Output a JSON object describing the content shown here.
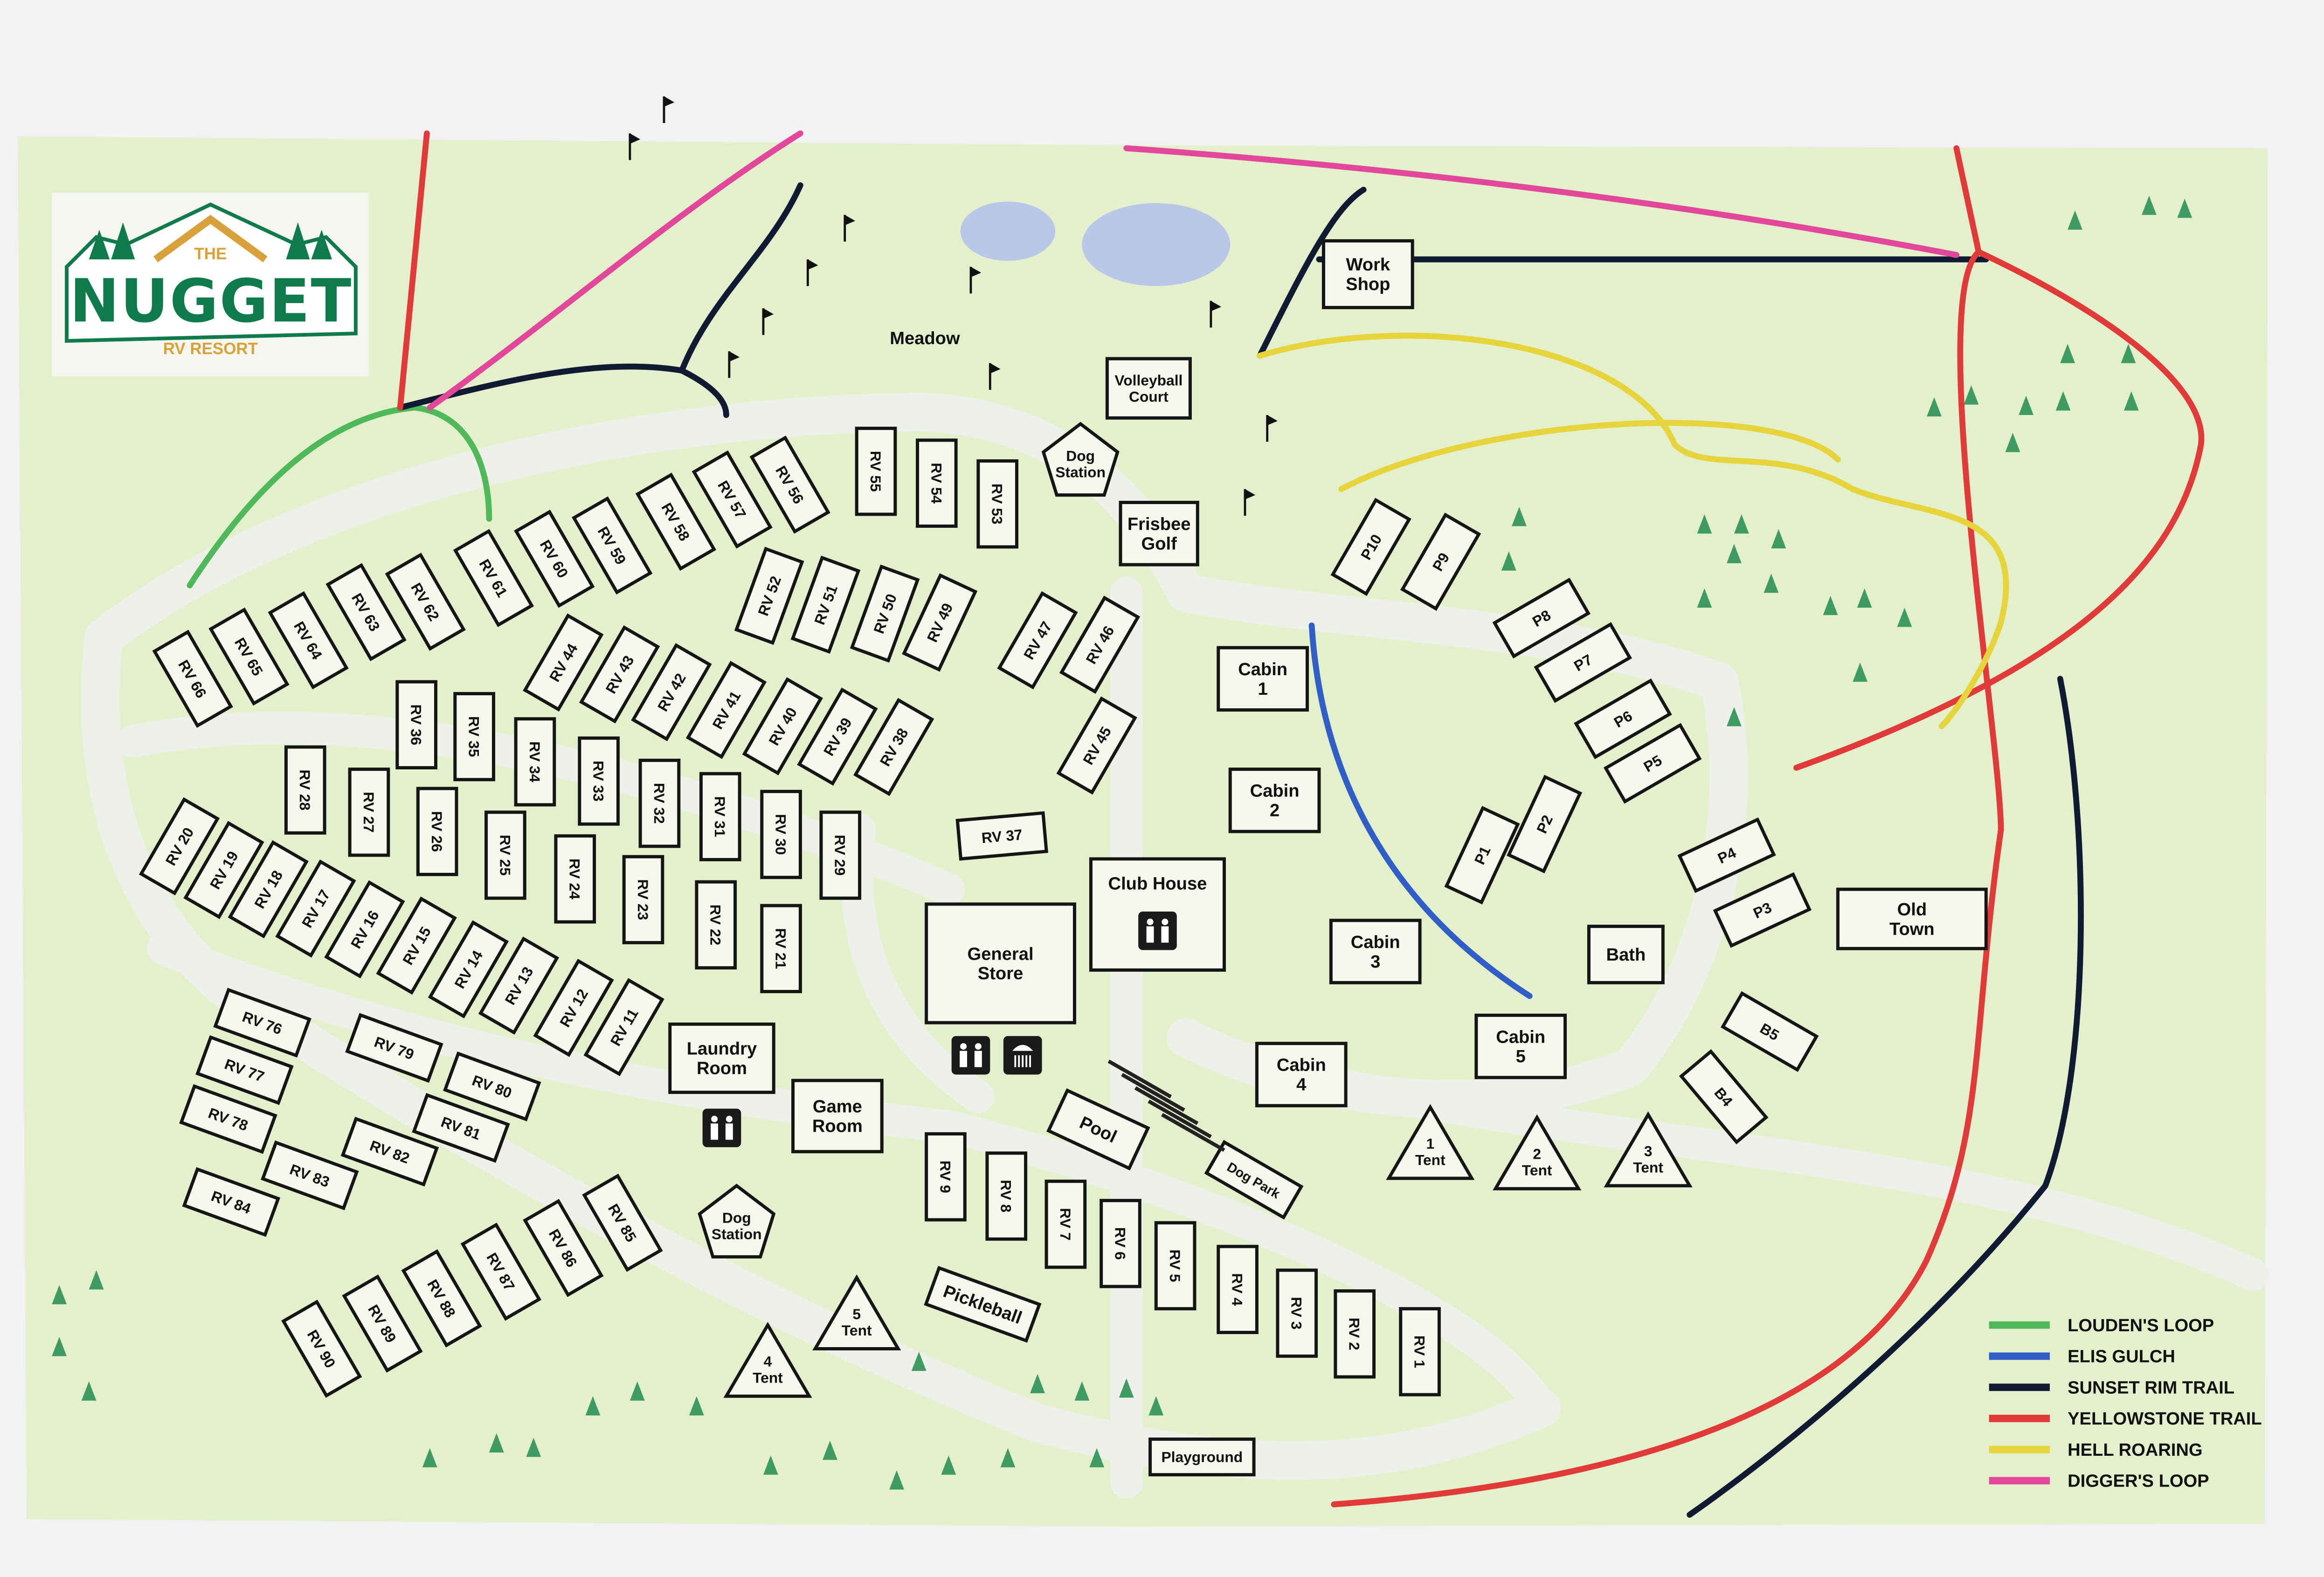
{
  "logo": {
    "top": "THE",
    "name": "NUGGET",
    "sub": "RV RESORT",
    "colors": {
      "green": "#0f7a4c",
      "gold": "#d9a13a"
    }
  },
  "colors": {
    "paper": "#e4efcc",
    "road": "#eef0ea",
    "page": "#f3f1f4",
    "pond": "#b9c8e8",
    "tree": "#3f9a63"
  },
  "places": {
    "meadow": "Meadow",
    "work_shop": [
      "Work",
      "Shop"
    ],
    "volleyball": [
      "Volleyball",
      "Court"
    ],
    "dog_station": [
      "Dog",
      "Station"
    ],
    "frisbee": [
      "Frisbee",
      "Golf"
    ],
    "cabin1": [
      "Cabin",
      "1"
    ],
    "cabin2": [
      "Cabin",
      "2"
    ],
    "cabin3": [
      "Cabin",
      "3"
    ],
    "cabin4": [
      "Cabin",
      "4"
    ],
    "cabin5": [
      "Cabin",
      "5"
    ],
    "bath": "Bath",
    "old_town": [
      "Old",
      "Town"
    ],
    "club_house": "Club House",
    "general_store": [
      "General",
      "Store"
    ],
    "laundry": [
      "Laundry",
      "Room"
    ],
    "game_room": [
      "Game",
      "Room"
    ],
    "pool": "Pool",
    "dog_park": "Dog Park",
    "pickleball": "Pickleball",
    "playground": "Playground",
    "tents": [
      [
        "1",
        "Tent"
      ],
      [
        "2",
        "Tent"
      ],
      [
        "3",
        "Tent"
      ],
      [
        "4",
        "Tent"
      ],
      [
        "5",
        "Tent"
      ]
    ]
  },
  "icons": [
    "restroom-icon",
    "shower-icon",
    "golf-flag-icon",
    "tree-icon"
  ],
  "sites": [
    "RV 66",
    "RV 65",
    "RV 64",
    "RV 63",
    "RV 62",
    "RV 61",
    "RV 60",
    "RV 59",
    "RV 58",
    "RV 57",
    "RV 56",
    "RV 55",
    "RV 54",
    "RV 53",
    "RV 52",
    "RV 51",
    "RV 50",
    "RV 49",
    "RV 47",
    "RV 46",
    "RV 45",
    "RV 44",
    "RV 43",
    "RV 42",
    "RV 41",
    "RV 40",
    "RV 39",
    "RV 38",
    "RV 36",
    "RV 35",
    "RV 34",
    "RV 33",
    "RV 32",
    "RV 31",
    "RV 30",
    "RV 29",
    "RV 28",
    "RV 27",
    "RV 26",
    "RV 25",
    "RV 24",
    "RV 23",
    "RV 22",
    "RV 21",
    "RV 20",
    "RV 19",
    "RV 18",
    "RV 17",
    "RV 16",
    "RV 15",
    "RV 14",
    "RV 13",
    "RV 12",
    "RV 11",
    "RV 76",
    "RV 77",
    "RV 78",
    "RV 84",
    "RV 83",
    "RV 82",
    "RV 81",
    "RV 80",
    "RV 79",
    "RV 85",
    "RV 86",
    "RV 87",
    "RV 88",
    "RV 89",
    "RV 90",
    "RV 37",
    "RV 9",
    "RV 8",
    "RV 7",
    "RV 6",
    "RV 5",
    "RV 4",
    "RV 3",
    "RV 2",
    "RV 1",
    "P10",
    "P9",
    "P8",
    "P7",
    "P6",
    "P5",
    "P1",
    "P2",
    "P4",
    "P3",
    "B5",
    "B4"
  ],
  "legend": [
    {
      "label": "LOUDEN'S LOOP",
      "color": "#4fb95a"
    },
    {
      "label": "ELIS GULCH",
      "color": "#2f5fc6"
    },
    {
      "label": "SUNSET RIM TRAIL",
      "color": "#101a33"
    },
    {
      "label": "YELLOWSTONE TRAIL",
      "color": "#e03a3a"
    },
    {
      "label": "HELL ROARING",
      "color": "#e6d43a"
    },
    {
      "label": "DIGGER'S LOOP",
      "color": "#e2489a"
    }
  ]
}
